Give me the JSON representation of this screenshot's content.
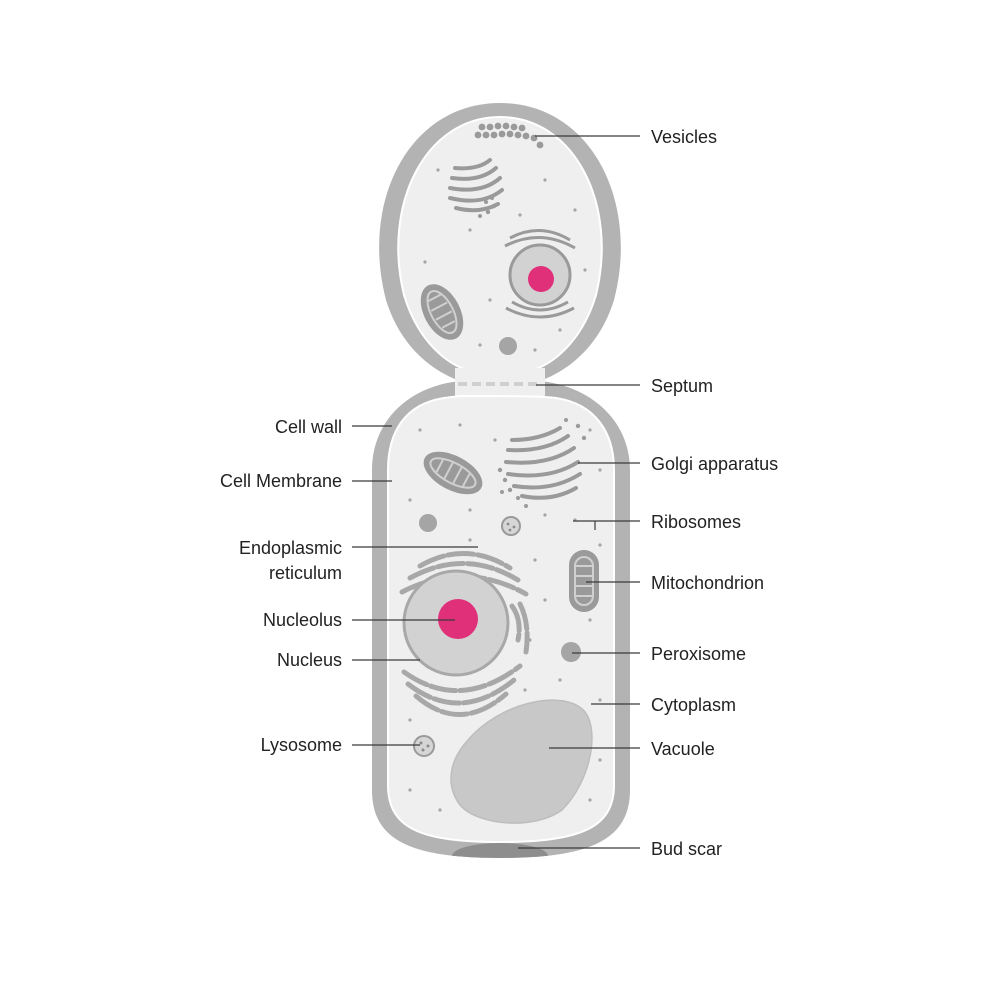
{
  "labels": {
    "vesicles": "Vesicles",
    "septum": "Septum",
    "golgi": "Golgi apparatus",
    "ribosomes": "Ribosomes",
    "mitochondrion": "Mitochondrion",
    "peroxisome": "Peroxisome",
    "cytoplasm": "Cytoplasm",
    "vacuole": "Vacuole",
    "bud_scar": "Bud scar",
    "cell_wall": "Cell wall",
    "cell_membrane": "Cell Membrane",
    "er_line1": "Endoplasmic",
    "er_line2": "reticulum",
    "nucleolus": "Nucleolus",
    "nucleus": "Nucleus",
    "lysosome": "Lysosome"
  },
  "colors": {
    "cell_wall": "#b3b3b3",
    "cytoplasm": "#efefef",
    "organelle": "#9a9a9a",
    "organelle_light": "#c4c4c4",
    "nucleus": "#d2d2d2",
    "nucleolus": "#e0307a",
    "vacuole": "#c8c8c8",
    "bud_scar": "#8e8e8e",
    "label_text": "#222222"
  }
}
